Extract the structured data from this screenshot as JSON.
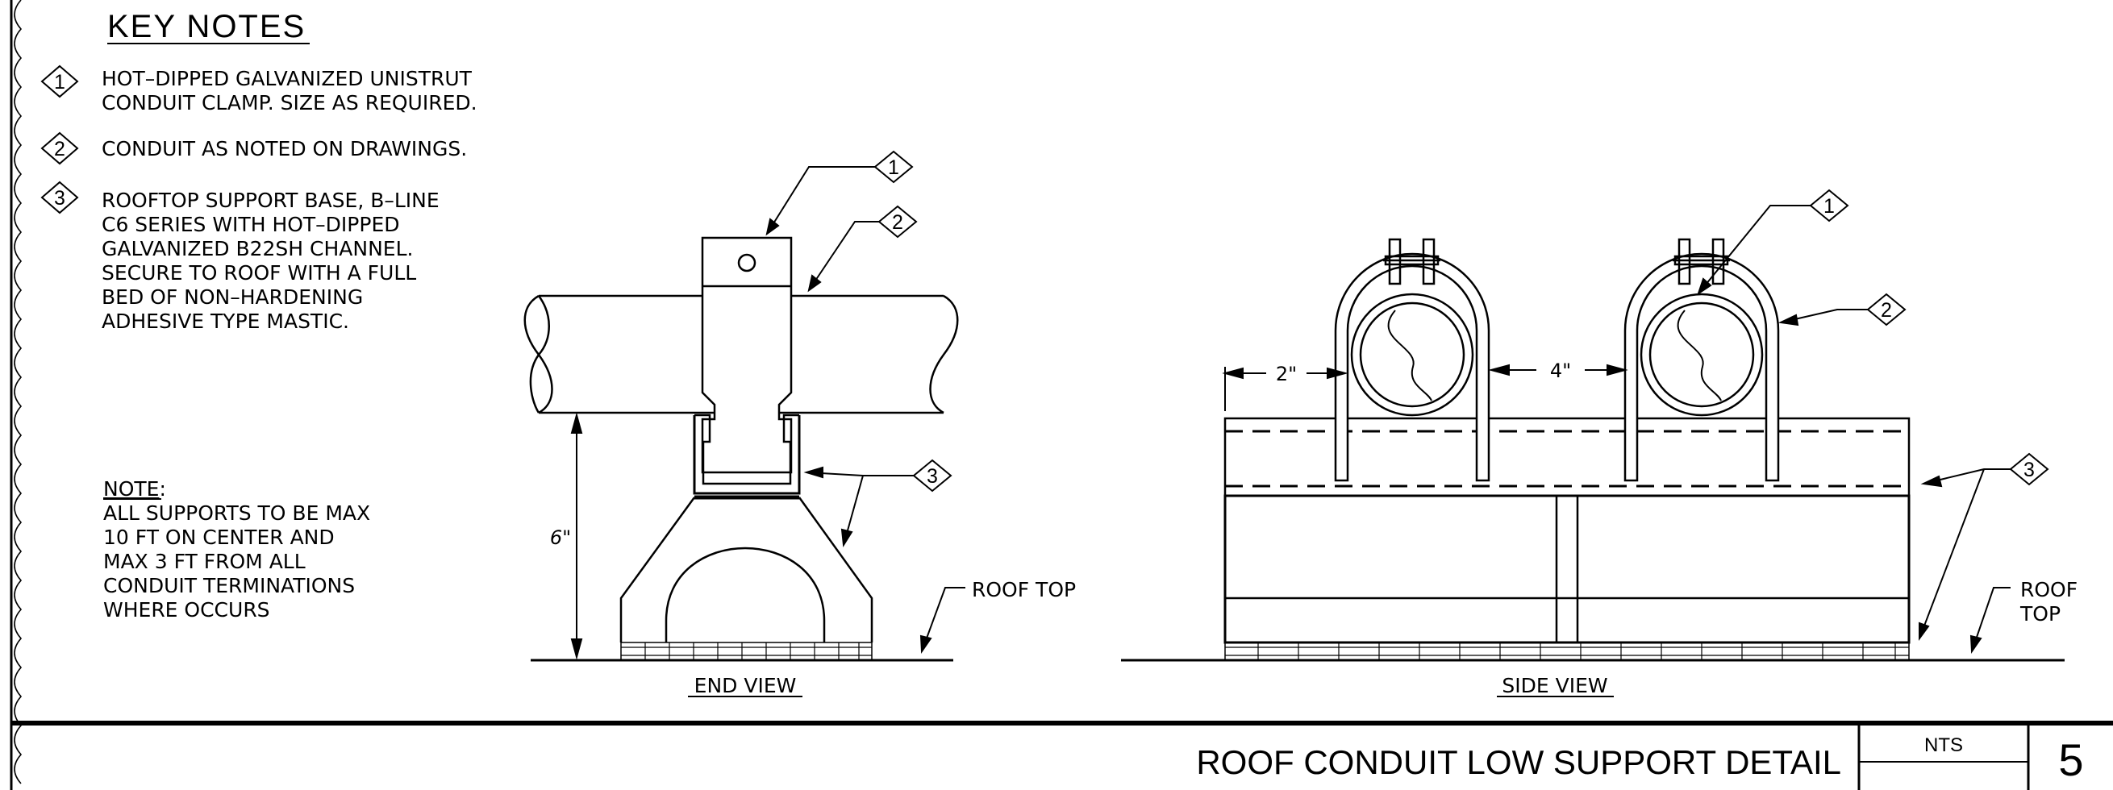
{
  "key_notes": {
    "title": "KEY NOTES",
    "items": [
      {
        "tag": "1",
        "lines": [
          "HOT–DIPPED GALVANIZED UNISTRUT",
          "CONDUIT CLAMP. SIZE AS REQUIRED."
        ]
      },
      {
        "tag": "2",
        "lines": [
          "CONDUIT AS NOTED ON DRAWINGS."
        ]
      },
      {
        "tag": "3",
        "lines": [
          "ROOFTOP SUPPORT BASE, B–LINE",
          "C6 SERIES WITH HOT–DIPPED",
          "GALVANIZED B22SH CHANNEL.",
          "SECURE TO ROOF WITH A FULL",
          "BED OF NON–HARDENING",
          "ADHESIVE TYPE MASTIC."
        ]
      }
    ]
  },
  "note": {
    "label": "NOTE",
    "colon": ":",
    "lines": [
      "ALL SUPPORTS TO BE MAX",
      "10 FT ON CENTER AND",
      "MAX 3 FT FROM ALL",
      "CONDUIT TERMINATIONS",
      "WHERE OCCURS"
    ]
  },
  "end_view": {
    "label": "END VIEW",
    "height_dim": "6\"",
    "tags": [
      "1",
      "2",
      "3"
    ],
    "roof_label": "ROOF TOP"
  },
  "side_view": {
    "label": "SIDE VIEW",
    "dim_edge": "2\"",
    "dim_between": "4\"",
    "tags": [
      "1",
      "2",
      "3"
    ],
    "roof_label_lines": [
      "ROOF",
      "TOP"
    ]
  },
  "title_block": {
    "title": "ROOF CONDUIT LOW SUPPORT DETAIL",
    "scale": "NTS",
    "detail_number": "5"
  }
}
